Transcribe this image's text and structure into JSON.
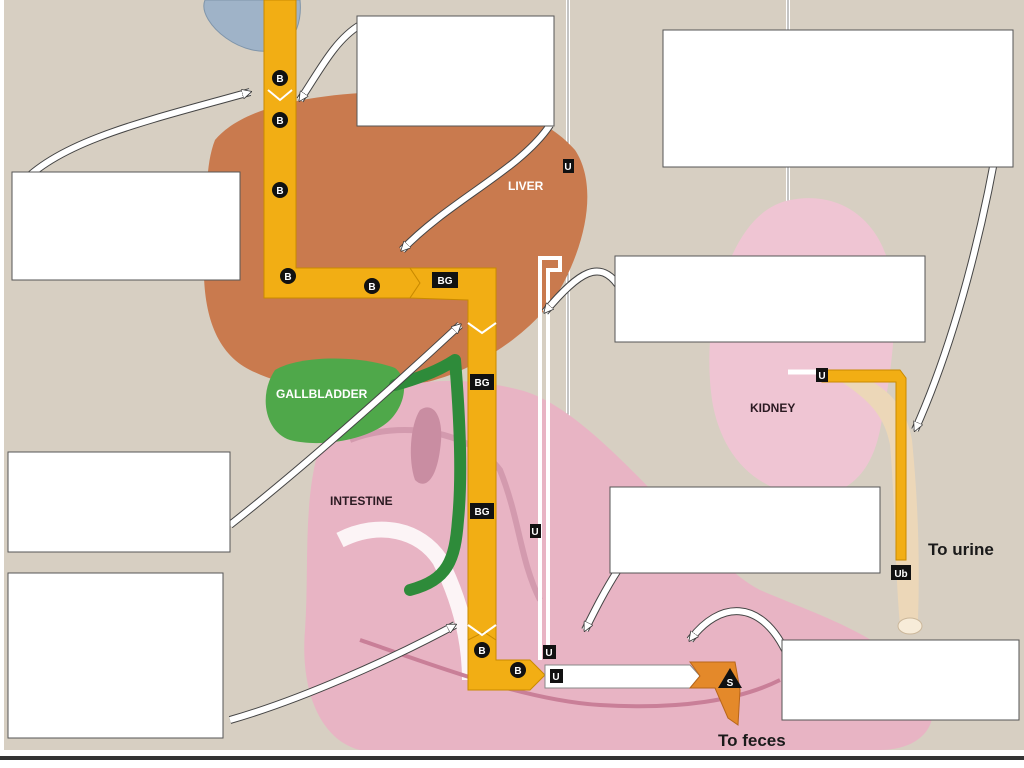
{
  "diagram": {
    "organ_labels": {
      "liver": "LIVER",
      "gallbladder": "GALLBLADDER",
      "intestine": "INTESTINE",
      "kidney": "KIDNEY"
    },
    "destinations": {
      "urine": "To urine",
      "feces": "To feces"
    },
    "pigment_markers": {
      "bilirubin": "B",
      "bilirubin_glucuronide": "BG",
      "urobilinogen": "U",
      "urobilin": "Ub",
      "stercobilin": "S"
    },
    "colors": {
      "background": "#d7cfc2",
      "pathway": "#f2ae14",
      "liver": "#c97a4e",
      "gallbladder": "#4fa84a",
      "bile_duct": "#2e8b3a",
      "intestine": "#e8b4c4",
      "kidney": "#efc5d3",
      "stercobilin": "#e4892a"
    }
  }
}
